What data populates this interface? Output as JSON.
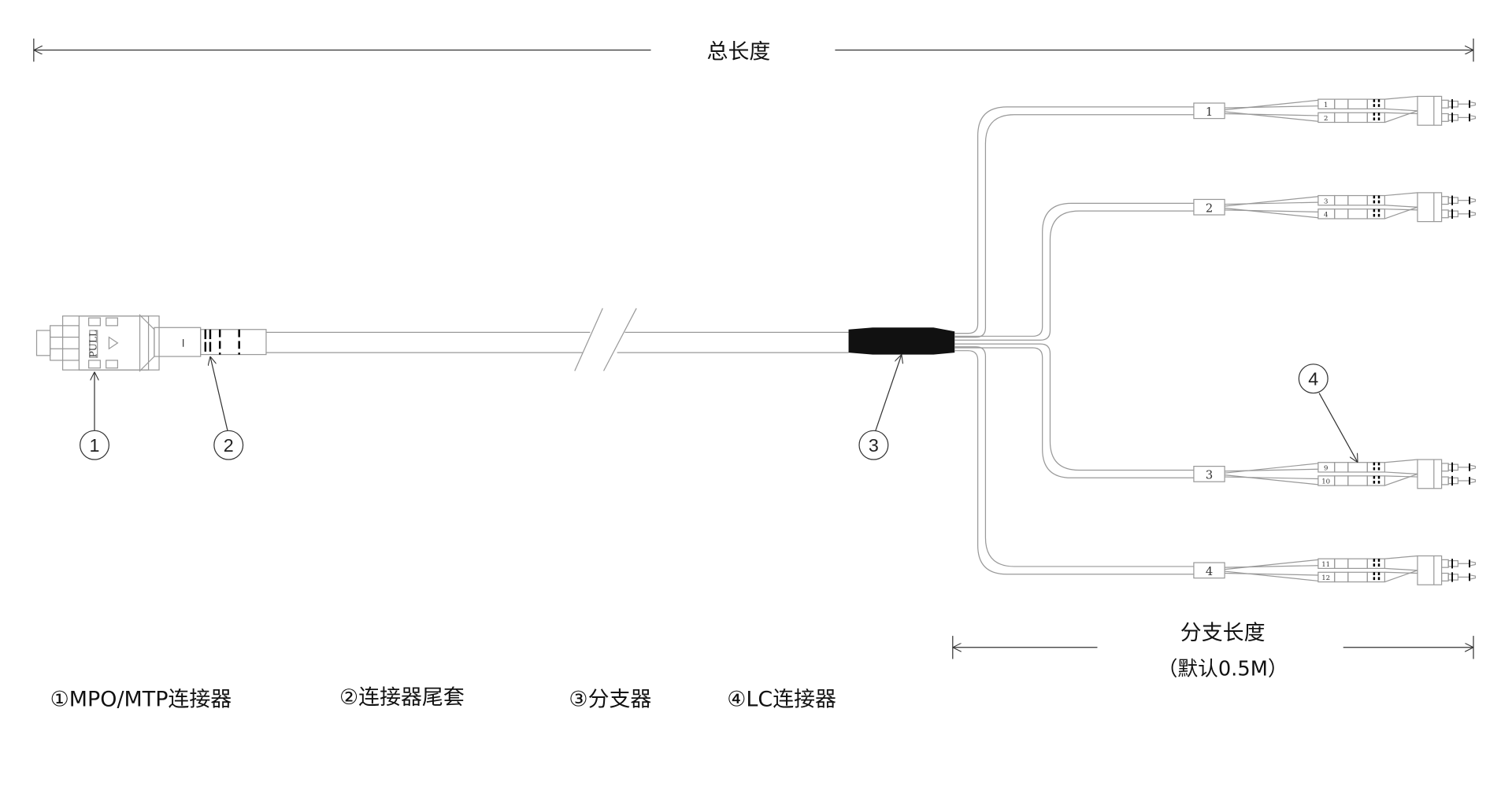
{
  "dimensions": {
    "total_length": "总长度",
    "branch_length": "分支长度",
    "branch_default": "（默认0.5M）"
  },
  "connector_text": "PULL",
  "callouts": [
    "1",
    "2",
    "3",
    "4"
  ],
  "branches": [
    {
      "label": "1",
      "fibers": [
        "1",
        "2"
      ]
    },
    {
      "label": "2",
      "fibers": [
        "3",
        "4"
      ]
    },
    {
      "label": "3",
      "fibers": [
        "9",
        "10"
      ]
    },
    {
      "label": "4",
      "fibers": [
        "11",
        "12"
      ]
    }
  ],
  "legend": [
    "①MPO/MTP连接器",
    "②连接器尾套",
    "③分支器",
    "④LC连接器"
  ]
}
